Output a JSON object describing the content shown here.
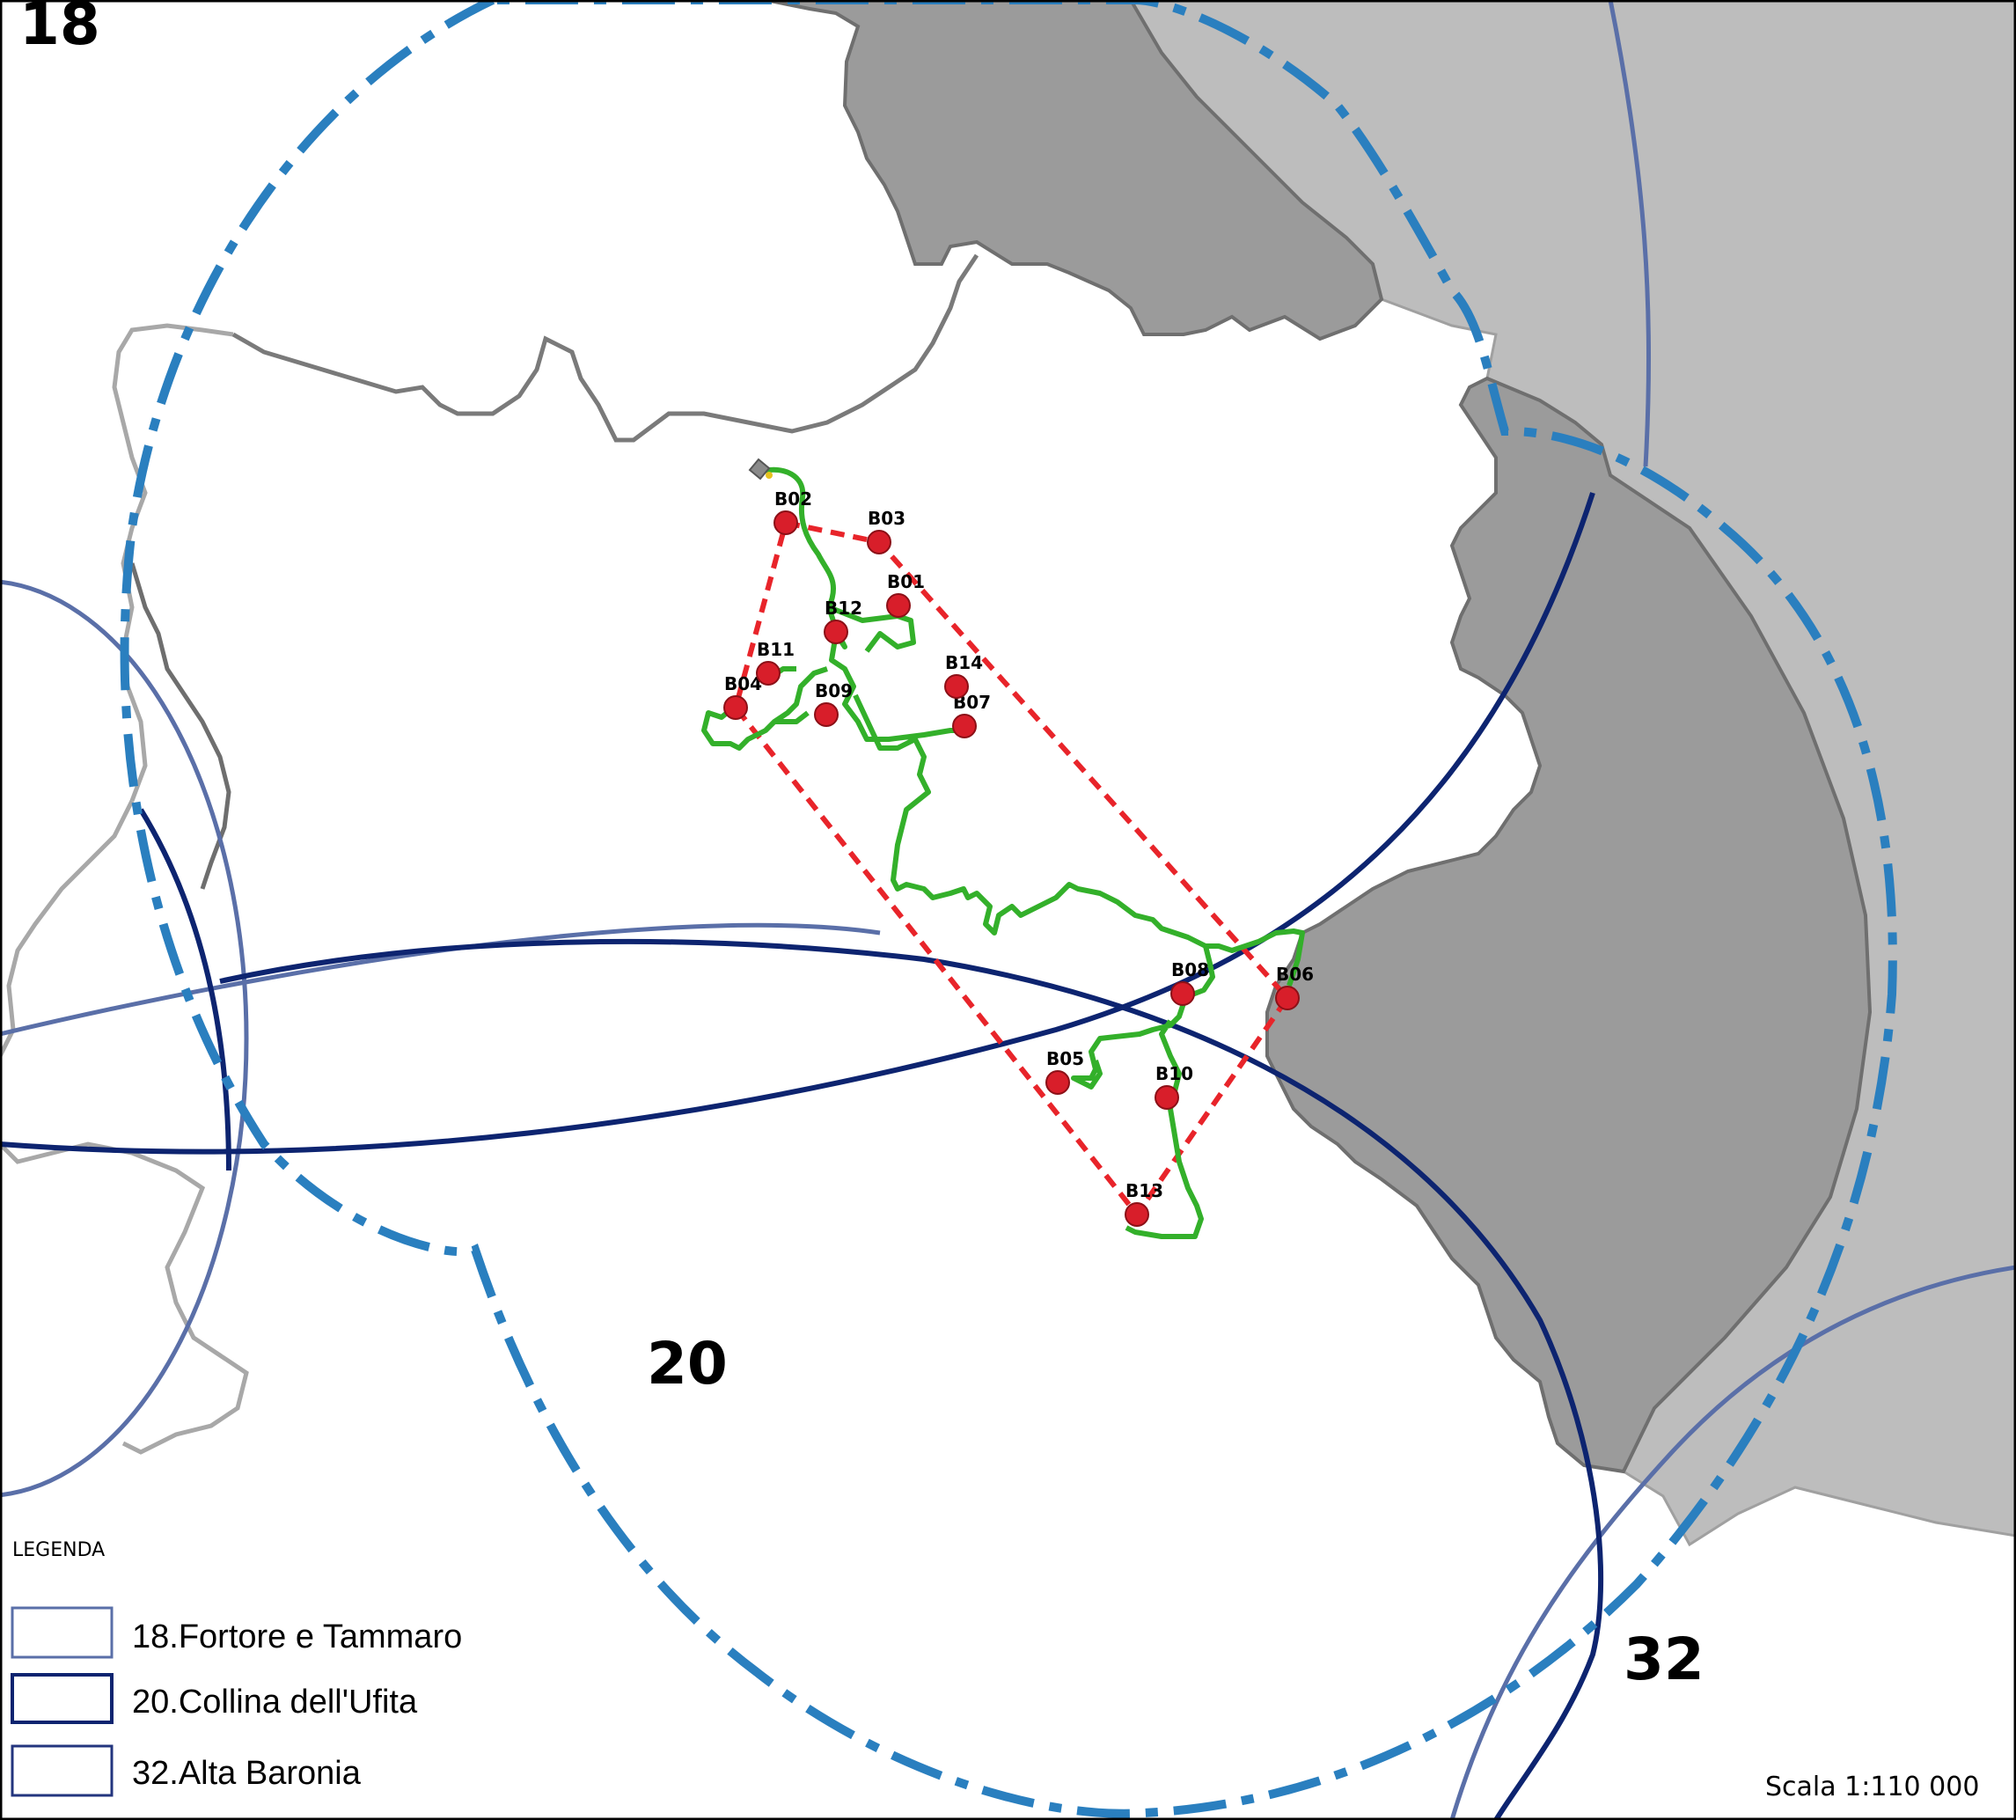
{
  "map": {
    "zone_labels": [
      {
        "id": "18",
        "text": "18"
      },
      {
        "id": "20",
        "text": "20"
      },
      {
        "id": "32",
        "text": "32"
      }
    ],
    "turbines": [
      {
        "id": "B01",
        "label": "B01"
      },
      {
        "id": "B02",
        "label": "B02"
      },
      {
        "id": "B03",
        "label": "B03"
      },
      {
        "id": "B04",
        "label": "B04"
      },
      {
        "id": "B05",
        "label": "B05"
      },
      {
        "id": "B06",
        "label": "B06"
      },
      {
        "id": "B07",
        "label": "B07"
      },
      {
        "id": "B08",
        "label": "B08"
      },
      {
        "id": "B09",
        "label": "B09"
      },
      {
        "id": "B10",
        "label": "B10"
      },
      {
        "id": "B11",
        "label": "B11"
      },
      {
        "id": "B12",
        "label": "B12"
      },
      {
        "id": "B13",
        "label": "B13"
      },
      {
        "id": "B14",
        "label": "B14"
      }
    ],
    "legend": {
      "title": "LEGENDA",
      "items": [
        {
          "label": "18.Fortore e Tammaro",
          "color": "#5a6fa8"
        },
        {
          "label": "20.Collina dell'Ufita",
          "color": "#0d2470"
        },
        {
          "label": "32.Alta Baronia",
          "color": "#23357e"
        }
      ]
    },
    "scale": "Scala 1:110 000",
    "colors": {
      "turbine_fill": "#d81e2a",
      "cable_route": "#33b02a",
      "site_boundary": "#e8242a",
      "buffer_circle": "#2a7fbf",
      "dark_region": "#9b9b9b",
      "light_region": "#bdbdbd"
    }
  }
}
